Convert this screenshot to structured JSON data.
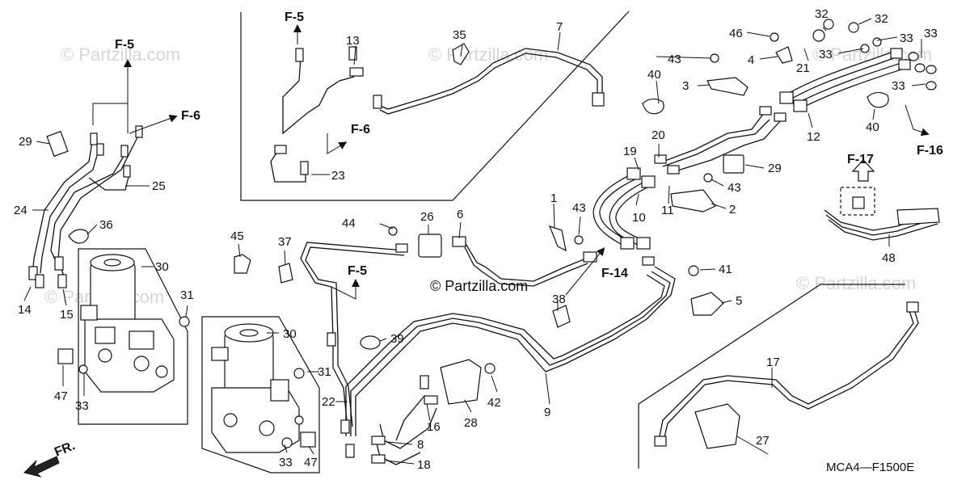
{
  "diagram": {
    "watermarks": [
      "© Partzilla.com",
      "© Partzilla.com",
      "© Partzilla.com",
      "© Partzilla.com",
      "© Partzilla.com"
    ],
    "center_watermark": "© Partzilla.com",
    "code": "MCA4—F1500E",
    "front_label": "FR.",
    "refs": [
      "F-5",
      "F-6",
      "F-5",
      "F-6",
      "F-5",
      "F-14",
      "F-17",
      "F-16"
    ],
    "labels": [
      "1",
      "2",
      "3",
      "4",
      "5",
      "6",
      "7",
      "8",
      "9",
      "10",
      "11",
      "12",
      "13",
      "14",
      "15",
      "16",
      "17",
      "18",
      "19",
      "20",
      "21",
      "22",
      "23",
      "24",
      "25",
      "26",
      "27",
      "28",
      "29",
      "29",
      "30",
      "30",
      "31",
      "31",
      "32",
      "32",
      "33",
      "33",
      "33",
      "33",
      "33",
      "33",
      "35",
      "36",
      "37",
      "38",
      "39",
      "40",
      "40",
      "41",
      "42",
      "43",
      "43",
      "43",
      "44",
      "45",
      "46",
      "47",
      "47",
      "48"
    ]
  }
}
